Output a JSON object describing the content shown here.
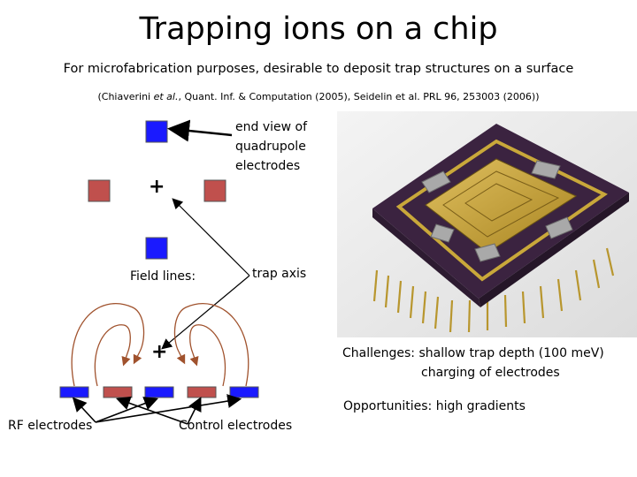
{
  "slide": {
    "title": "Trapping ions on a chip",
    "subtitle": "For microfabrication purposes, desirable to deposit trap structures on a surface",
    "citation": {
      "pre": "(Chiaverini ",
      "etal": "et al.",
      "post": ",  Quant. Inf. & Computation (2005), Seidelin et al. PRL 96, 253003 (2006))"
    },
    "labels": {
      "end_view_1": "end view of",
      "end_view_2": "quadrupole",
      "end_view_3": "electrodes",
      "field_lines": "Field lines:",
      "trap_axis": "trap axis",
      "rf_electrodes": "RF electrodes",
      "control_electrodes": "Control electrodes",
      "ion_plus_top": "+",
      "ion_plus_bottom": "+"
    },
    "challenges_1": "Challenges: shallow trap depth (100 meV)",
    "challenges_2": "charging of electrodes",
    "opportunities": "Opportunities: high gradients"
  },
  "colors": {
    "rf_blue": "#1a1aff",
    "control_red": "#c0504d",
    "field_line": "#a0522d",
    "chip_board": "#3b2340",
    "chip_gold": "#c9a83a"
  }
}
